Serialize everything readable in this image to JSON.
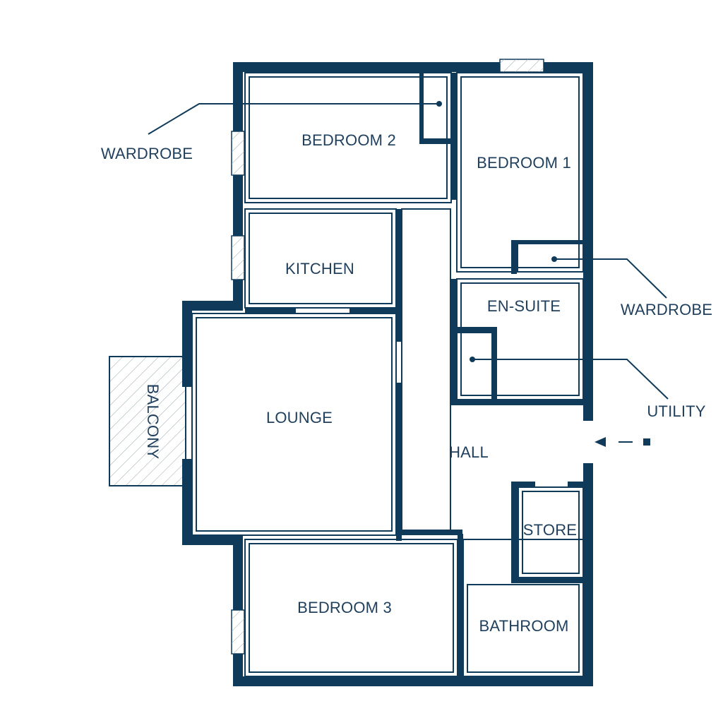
{
  "rooms": {
    "bedroom2": "BEDROOM 2",
    "bedroom1": "BEDROOM 1",
    "kitchen": "KITCHEN",
    "ensuite": "EN-SUITE",
    "lounge": "LOUNGE",
    "hall": "HALL",
    "store": "STORE",
    "bedroom3": "BEDROOM 3",
    "bathroom": "BATHROOM",
    "balcony": "BALCONY"
  },
  "callouts": {
    "wardrobe_left": "WARDROBE",
    "wardrobe_right": "WARDROBE",
    "utility": "UTILITY"
  },
  "colors": {
    "wall": "#0f3a5a",
    "text": "#1f3f5c",
    "background": "#ffffff"
  },
  "icons": {
    "entrance": "arrow-left-icon"
  }
}
